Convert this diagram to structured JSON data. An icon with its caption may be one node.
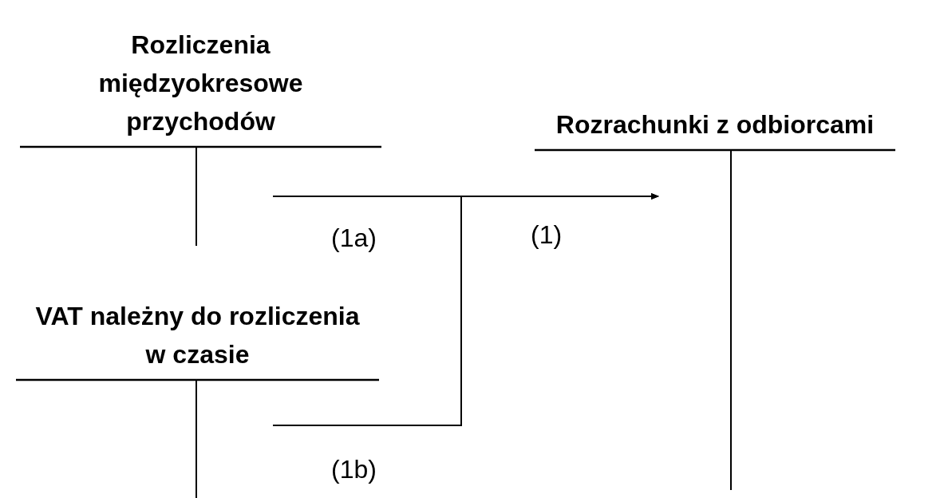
{
  "diagram": {
    "nodes": [
      {
        "text": [
          "Rozliczenia międzyokresowe przychodów"
        ]
      },
      {
        "text": [
          "Rozrachunki z odbiorcami"
        ]
      },
      {
        "text": [
          "VAT należny do rozliczenia w czasie"
        ]
      }
    ],
    "edges": [
      {
        "from": 0,
        "to": 1,
        "arrow": "to",
        "label": "(1a)"
      },
      {
        "from": 2,
        "to": 1,
        "arrow": "to",
        "label": "(1b)"
      }
    ],
    "labels": [
      "(1)"
    ]
  }
}
